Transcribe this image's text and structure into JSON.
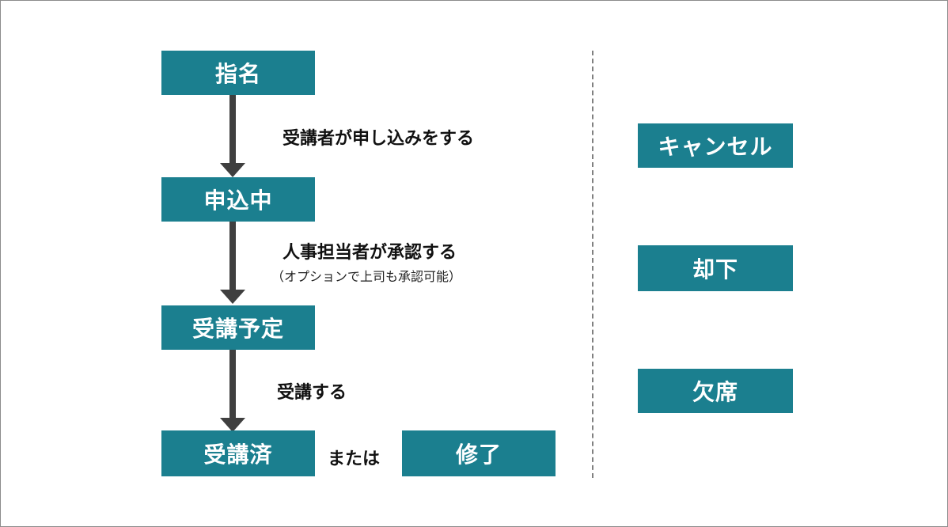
{
  "flow": {
    "nominated": "指名",
    "applying": "申込中",
    "scheduled": "受講予定",
    "completed_attended": "受講済",
    "or_text": "または",
    "completed_finished": "修了"
  },
  "transitions": {
    "step1": "受講者が申し込みをする",
    "step2": "人事担当者が承認する",
    "step2_note": "（オプションで上司も承認可能）",
    "step3": "受講する"
  },
  "side_statuses": {
    "cancel": "キャンセル",
    "rejected": "却下",
    "absent": "欠席"
  },
  "colors": {
    "box": "#1b7f8f",
    "arrow": "#3f3f3f",
    "divider": "#808080"
  }
}
